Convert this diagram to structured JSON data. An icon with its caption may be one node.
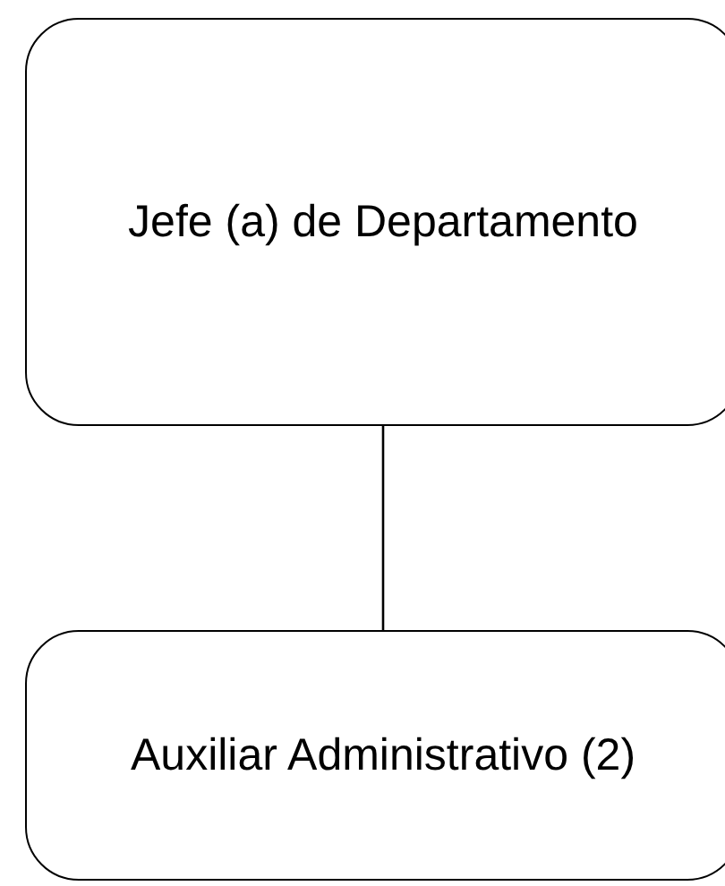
{
  "diagram": {
    "nodes": [
      {
        "text": [
          "Jefe (a)  de Departamento"
        ]
      },
      {
        "text": [
          "Auxiliar Administrativo (2)"
        ]
      }
    ],
    "edges": [
      {
        "from": 0,
        "to": 1,
        "arrow": "none"
      }
    ]
  }
}
